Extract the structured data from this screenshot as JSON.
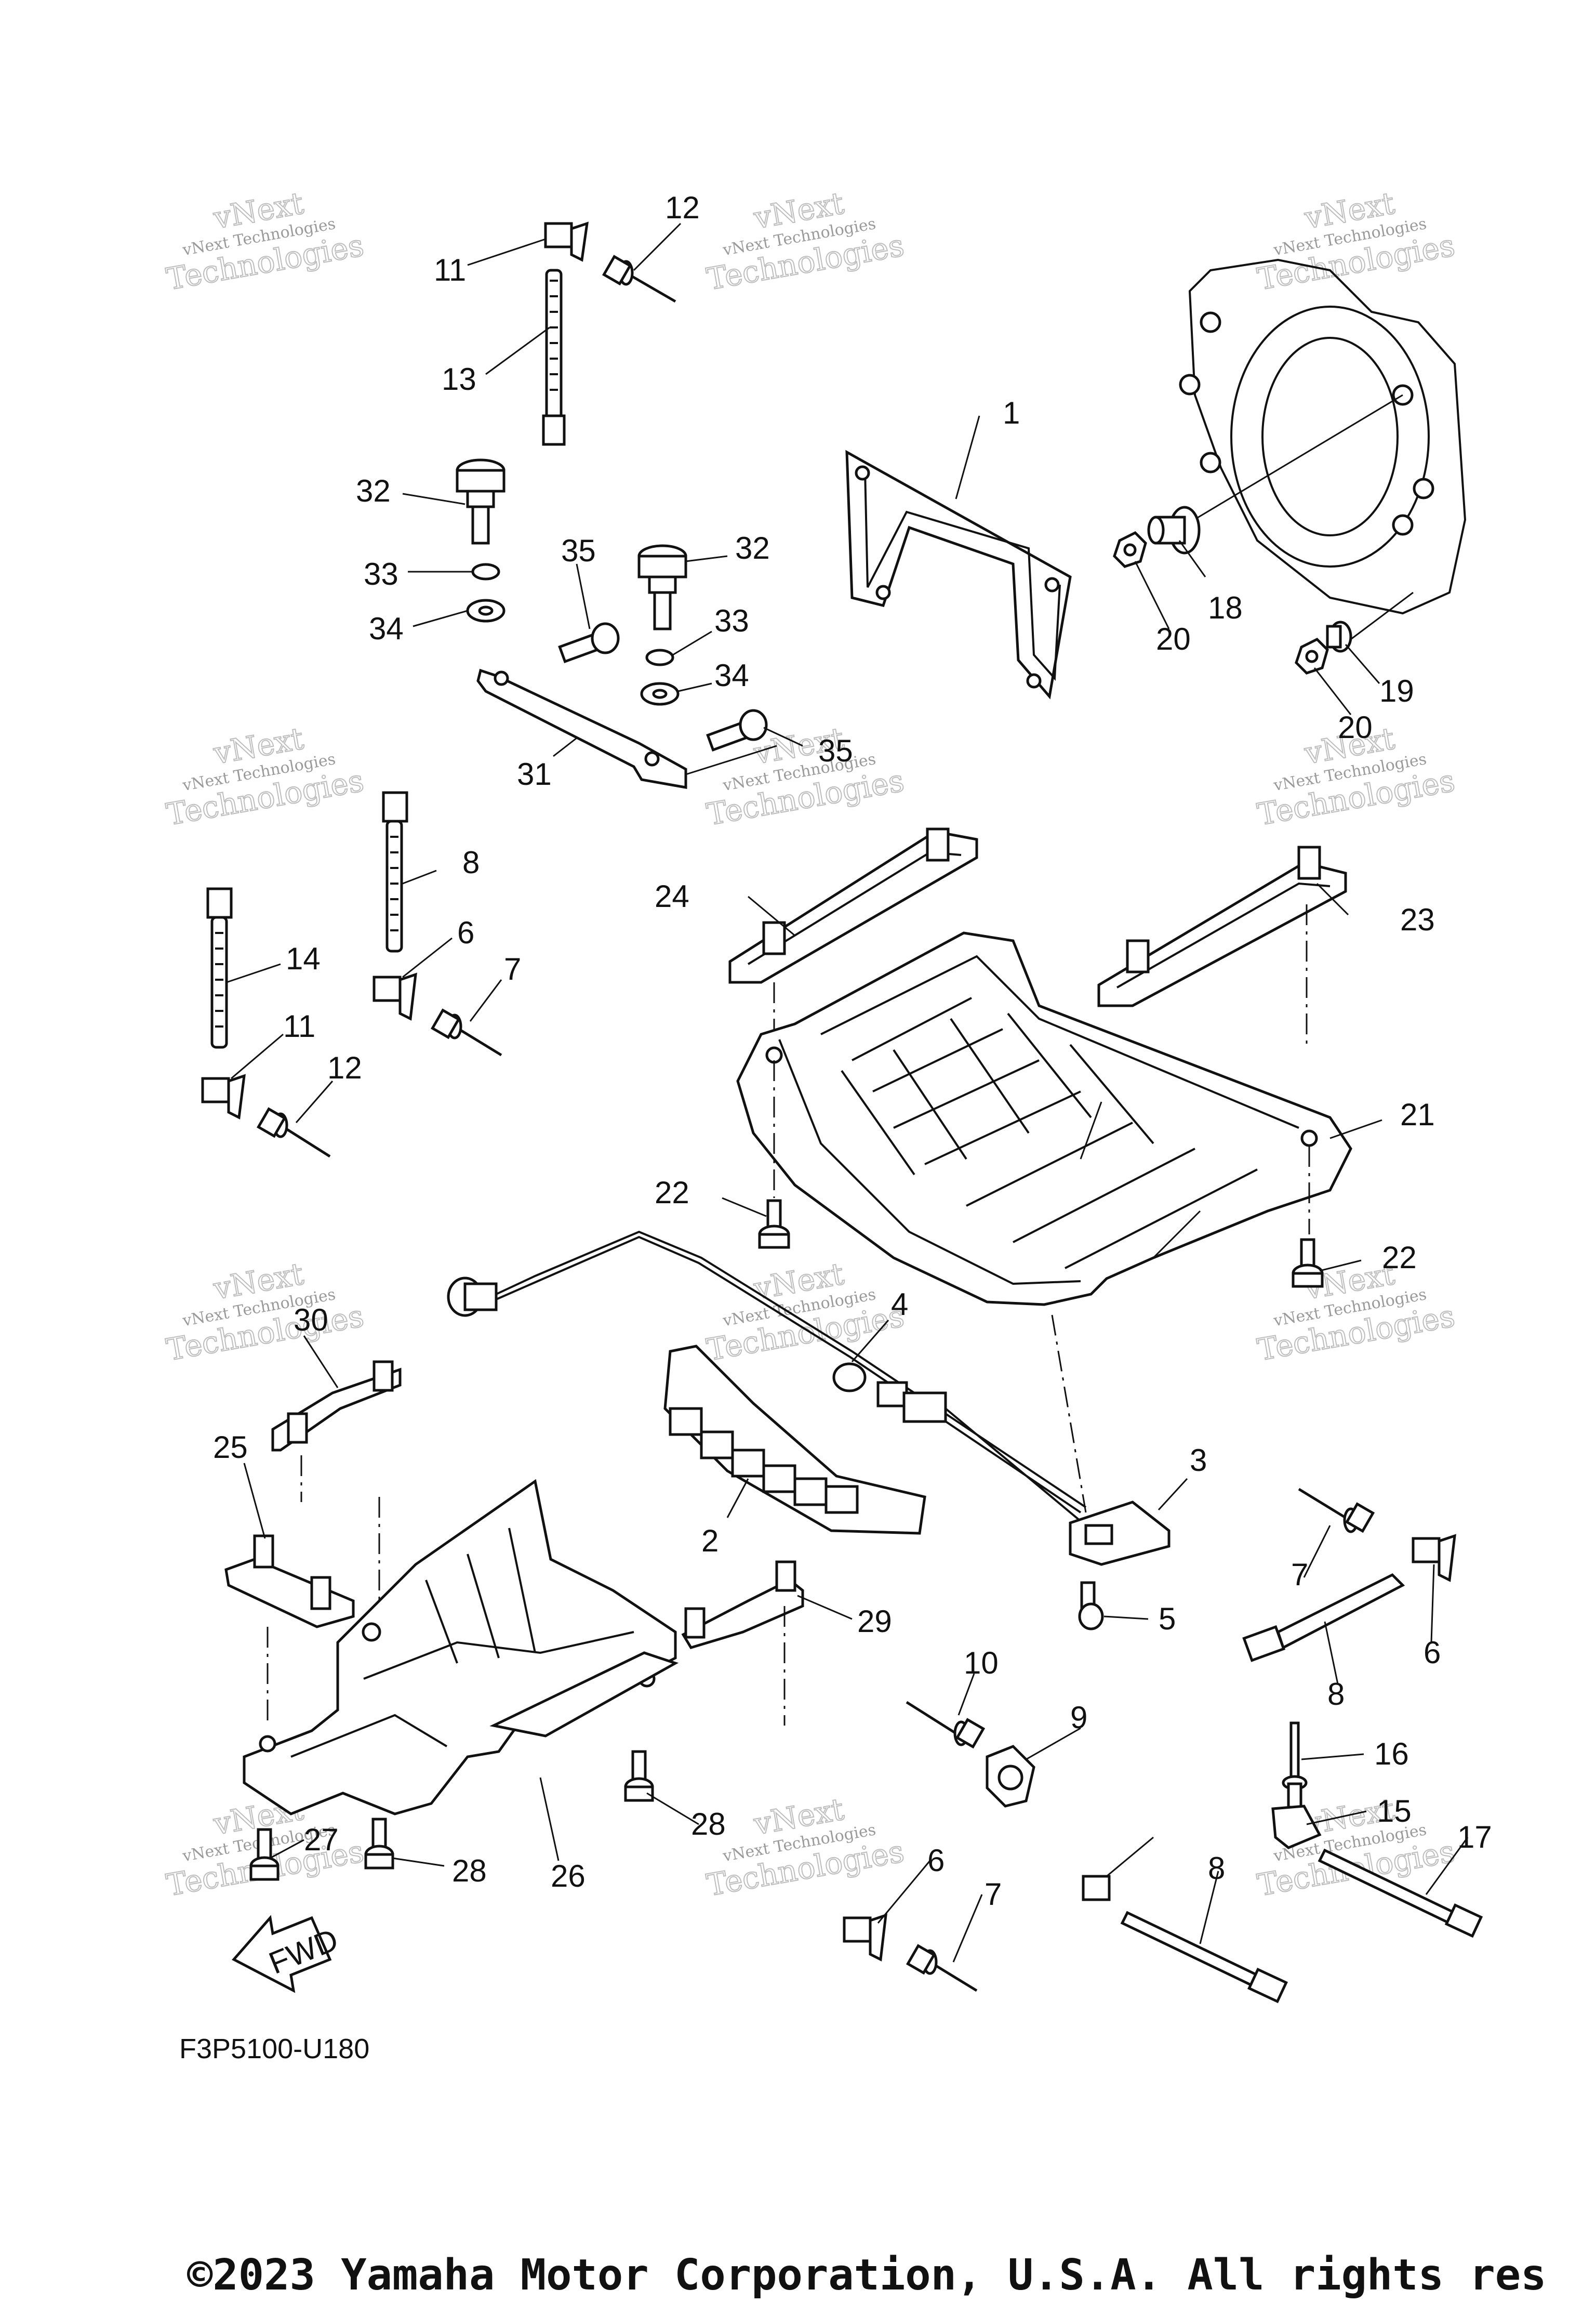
{
  "diagram": {
    "drawing_code": "F3P5100-U180",
    "fwd_label": "FWD",
    "copyright": "©2023 Yamaha Motor Corporation, U.S.A. All rights res",
    "watermark": {
      "line1": "vNext",
      "line2": "vNext Technologies",
      "line3": "Technologies"
    },
    "callouts": [
      "1",
      "2",
      "3",
      "4",
      "5",
      "6",
      "6",
      "6",
      "7",
      "7",
      "7",
      "8",
      "8",
      "8",
      "9",
      "10",
      "11",
      "11",
      "12",
      "12",
      "13",
      "14",
      "15",
      "16",
      "17",
      "18",
      "19",
      "20",
      "20",
      "21",
      "22",
      "22",
      "23",
      "24",
      "25",
      "26",
      "27",
      "28",
      "28",
      "29",
      "30",
      "31",
      "32",
      "32",
      "33",
      "33",
      "34",
      "34",
      "35",
      "35"
    ]
  }
}
